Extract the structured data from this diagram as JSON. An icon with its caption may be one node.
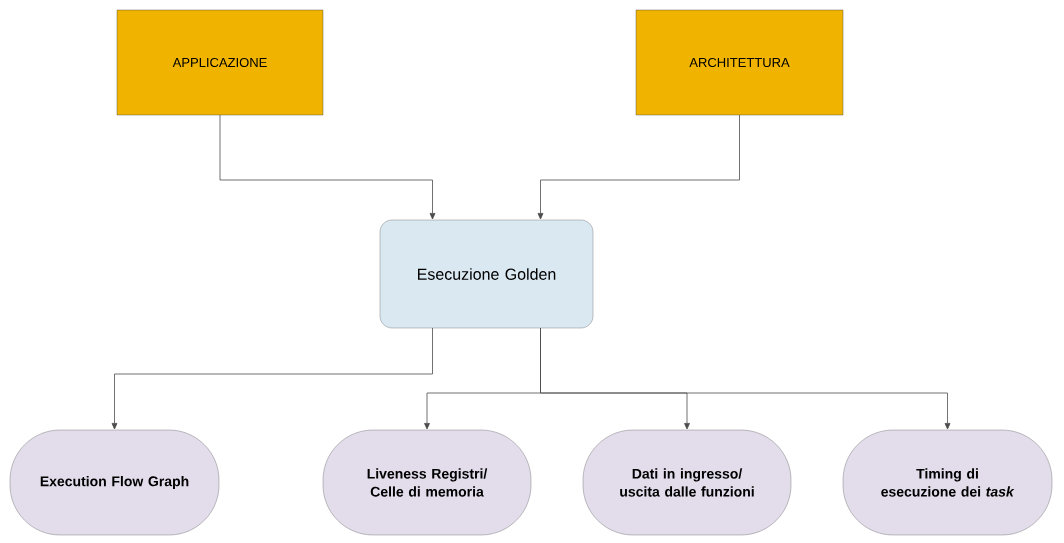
{
  "diagram": {
    "nodes": [
      {
        "text": [
          "APPLICAZIONE"
        ]
      },
      {
        "text": [
          "ARCHITETTURA"
        ]
      },
      {
        "text": [
          "Esecuzione Golden"
        ]
      },
      {
        "text": [
          "Execution Flow Graph"
        ]
      },
      {
        "text": [
          "Liveness Registri/ Celle di memoria"
        ]
      },
      {
        "text": [
          "Dati in ingresso/ uscita dalle funzioni"
        ]
      },
      {
        "text": [
          "Timing di esecuzione dei *task*"
        ]
      }
    ],
    "edges": [
      {
        "from": 0,
        "to": 2,
        "arrow": "to"
      },
      {
        "from": 1,
        "to": 2,
        "arrow": "to"
      },
      {
        "from": 2,
        "to": 3,
        "arrow": "to"
      },
      {
        "from": 2,
        "to": 4,
        "arrow": "to"
      },
      {
        "from": 2,
        "to": 5,
        "arrow": "to"
      },
      {
        "from": 2,
        "to": 6,
        "arrow": "to"
      }
    ]
  }
}
